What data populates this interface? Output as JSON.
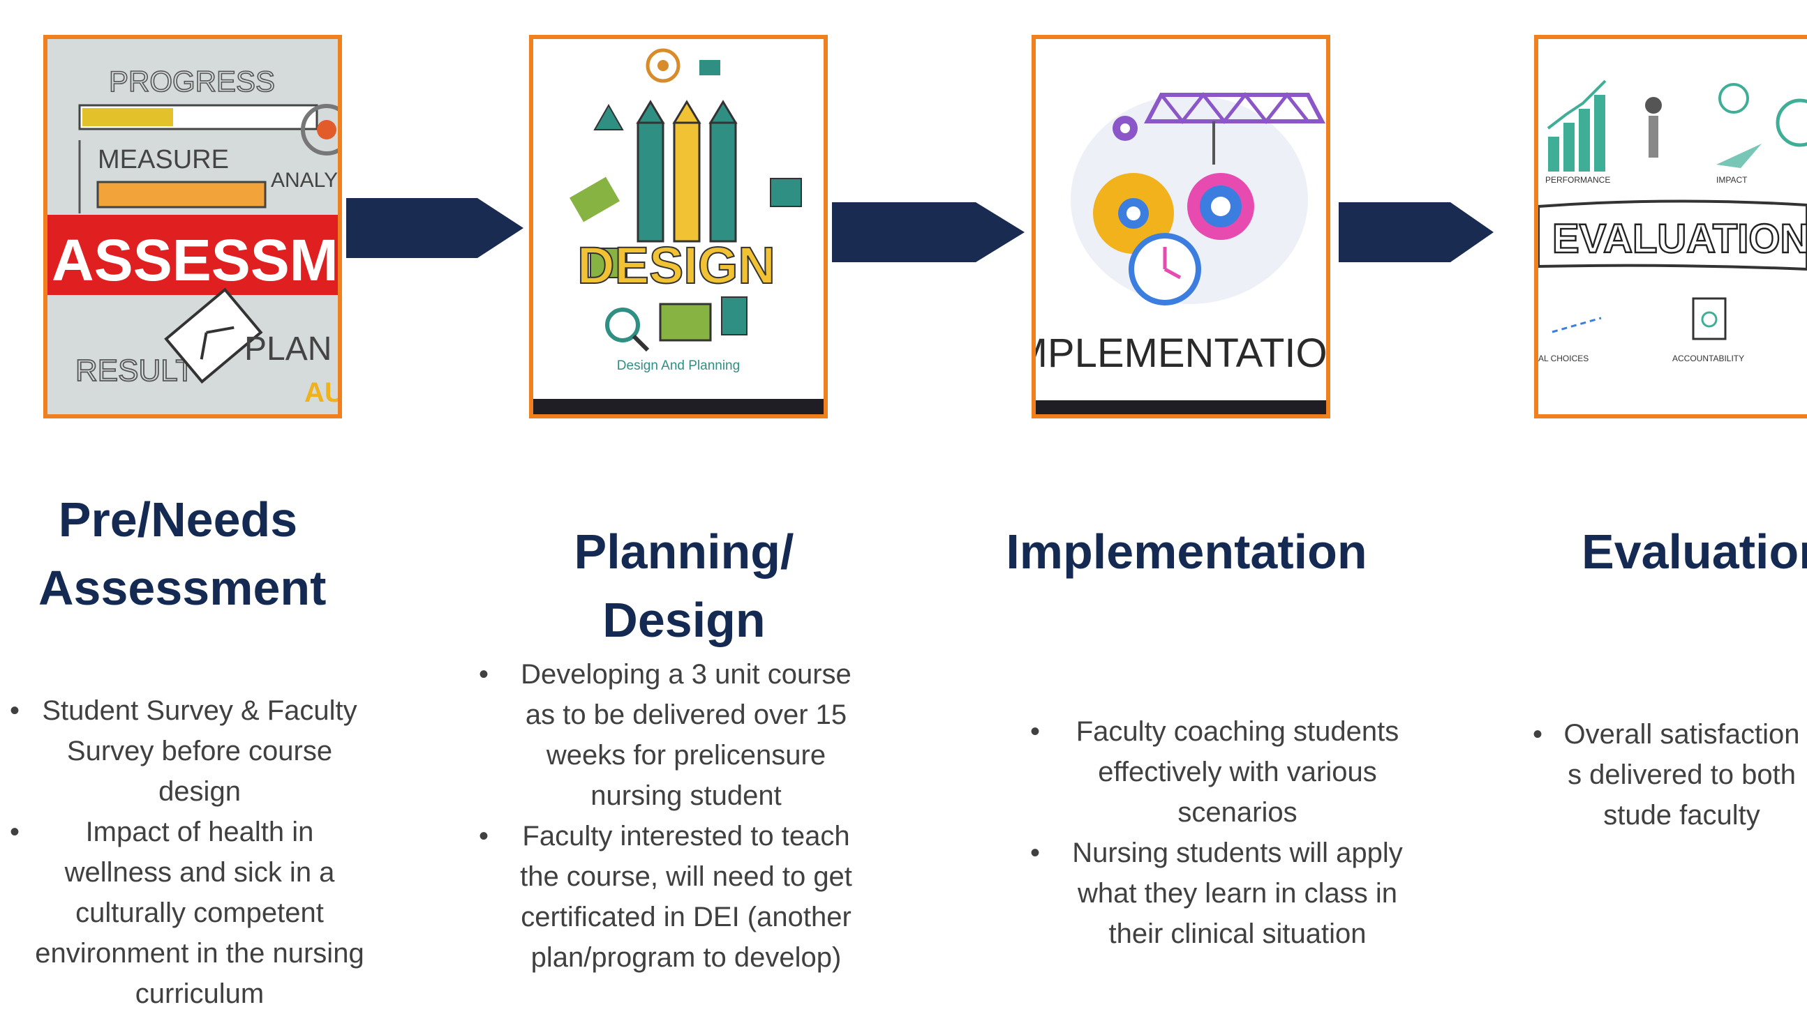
{
  "colors": {
    "border": "#f07f1d",
    "arrow": "#1a2b52",
    "title": "#142a52",
    "body_text": "#404040",
    "assessment_red": "#e02020"
  },
  "stages": [
    {
      "title": "Pre/Needs Assessment",
      "image_words": {
        "progress": "PROGRESS",
        "measure": "MEASURE",
        "analysis": "ANALYSI",
        "assessment": "ASSESSMENT",
        "result": "RESULT",
        "plan": "PLAN",
        "aud": "AU"
      },
      "bullets": [
        "Student Survey & Faculty Survey before course design",
        "Impact of health in wellness and sick in a culturally competent environment in the nursing curriculum"
      ]
    },
    {
      "title": "Planning/ Design",
      "image_words": {
        "design": "DESIGN",
        "caption": "Design And Planning"
      },
      "bullets": [
        "Developing a 3 unit course as to be delivered over 15 weeks for prelicensure nursing student",
        "Faculty interested to teach the course, will need to get certificated in DEI (another plan/program to develop)"
      ]
    },
    {
      "title": "Implementation",
      "image_words": {
        "implementation": "IMPLEMENTATION"
      },
      "bullets": [
        "Faculty coaching students effectively with various scenarios",
        "Nursing students will apply what they learn in class in their clinical situation"
      ]
    },
    {
      "title": "Evaluation",
      "image_words": {
        "performance": "PERFORMANCE",
        "impact": "IMPACT",
        "evaluation": "EVALUATION",
        "choices": "AL CHOICES",
        "accountability": "ACCOUNTABILITY"
      },
      "bullets": [
        "Overall satisfaction s delivered to both stude faculty"
      ]
    }
  ]
}
